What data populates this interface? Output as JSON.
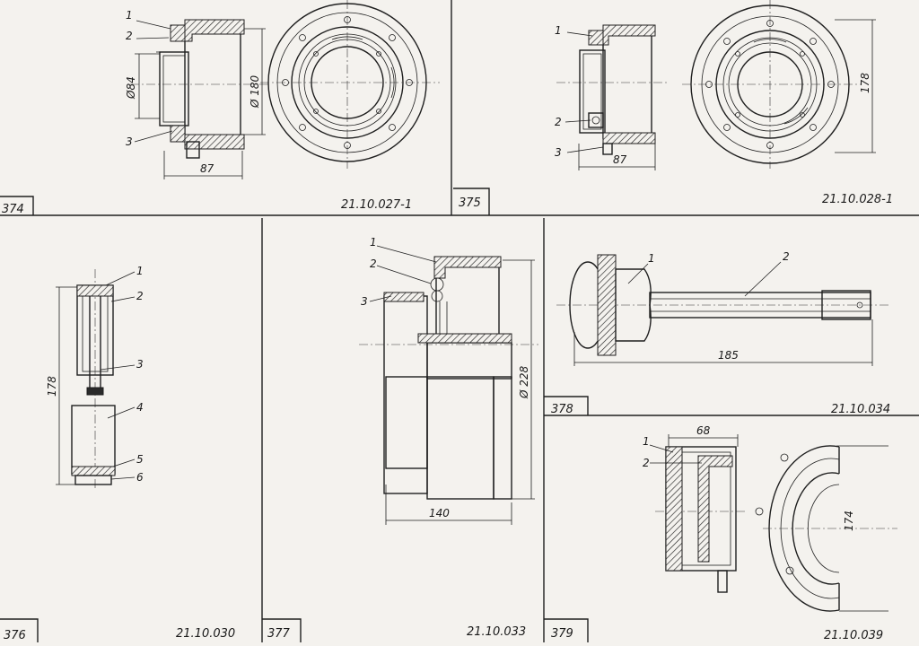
{
  "figures": [
    {
      "id": "374",
      "code": "21.10.027-1",
      "callouts": [
        "1",
        "2",
        "3"
      ],
      "dimensions": [
        "Ø84",
        "Ø 180",
        "87"
      ]
    },
    {
      "id": "375",
      "code": "21.10.028-1",
      "callouts": [
        "1",
        "2",
        "3"
      ],
      "dimensions": [
        "178",
        "87"
      ]
    },
    {
      "id": "376",
      "code": "21.10.030",
      "callouts": [
        "1",
        "2",
        "3",
        "4",
        "5",
        "6"
      ],
      "dimensions": [
        "178"
      ]
    },
    {
      "id": "377",
      "code": "21.10.033",
      "callouts": [
        "1",
        "2",
        "3"
      ],
      "dimensions": [
        "Ø 228",
        "140"
      ]
    },
    {
      "id": "378",
      "code": "21.10.034",
      "callouts": [
        "1",
        "2"
      ],
      "dimensions": [
        "185"
      ]
    },
    {
      "id": "379",
      "code": "21.10.039",
      "callouts": [
        "1",
        "2"
      ],
      "dimensions": [
        "68",
        "174"
      ]
    }
  ]
}
